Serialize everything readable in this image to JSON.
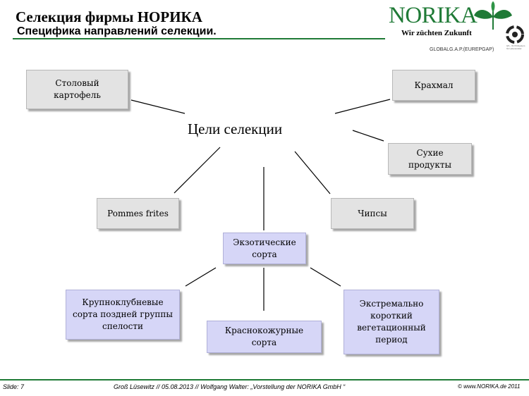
{
  "header": {
    "title": "Селекция фирмы НОРИКА",
    "subtitle": "Специфика направлений селекции.",
    "logo": "NORIKA",
    "logo_tagline": "Wir züchten Zukunft",
    "cert_main": "GLOBALG.A.P.(EUREPGAP)",
    "cert_small": "QS - Ihr Prüfsystem für Lebensmittel",
    "logo_icon": "leaf-icon",
    "cert_icon": "recycle-icon"
  },
  "diagram": {
    "center": "Цели селекции",
    "nodes": {
      "table_potato": "Столовый\nкартофель",
      "starch": "Крахмал",
      "dry_products": "Сухие\nпродукты",
      "pommes_frites": "Pommes frites",
      "chips": "Чипсы",
      "exotic": "Экзотические\nсорта",
      "large_late": "Крупноклубневые\nсорта поздней группы\nспелости",
      "red_skin": "Краснокожурные\nсорта",
      "extreme_short": "Экстремально\nкороткий\nвегетационный\nпериод"
    },
    "colors": {
      "gray": "#e3e3e3",
      "blue": "#d6d6f7",
      "brand": "#1f7a36"
    }
  },
  "footer": {
    "slide": "Slide: 7",
    "center": "Groß Lüsewitz  //  05.08.2013  // Wolfgang Walter: „Vorstellung der NORIKA GmbH “",
    "right": "© www.NORIKA.de 2011"
  }
}
